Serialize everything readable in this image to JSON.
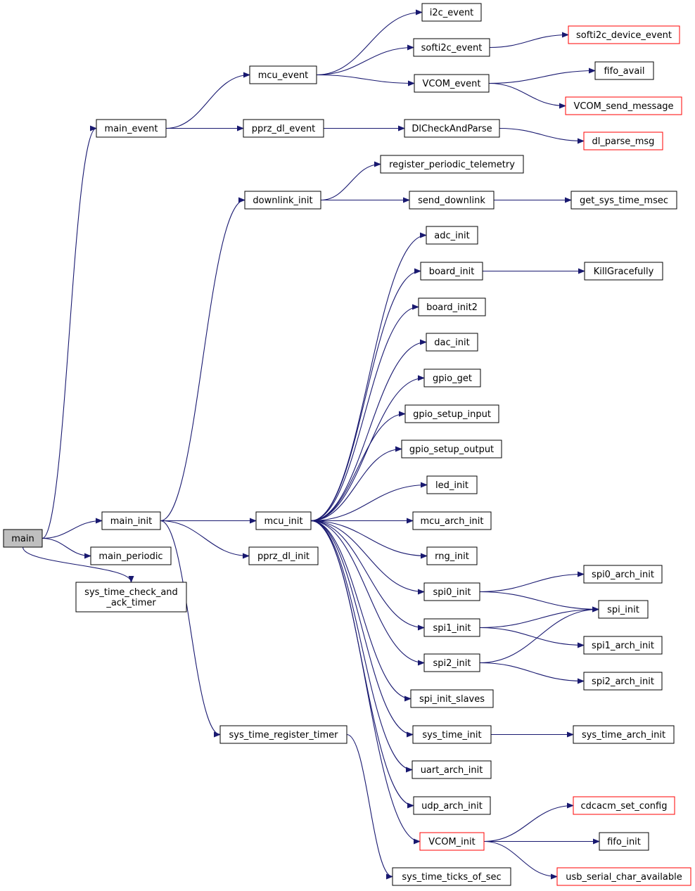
{
  "colors": {
    "edge": "#191970",
    "node_border": "#000000",
    "truncated_border": "#ff0000",
    "root_fill": "#bfbfbf"
  },
  "nodes": {
    "main": {
      "label": "main",
      "root": true
    },
    "main_event": {
      "label": "main_event"
    },
    "main_init": {
      "label": "main_init"
    },
    "main_periodic": {
      "label": "main_periodic"
    },
    "sys_time_check": {
      "label": [
        "sys_time_check_and",
        "_ack_timer"
      ]
    },
    "mcu_event": {
      "label": "mcu_event"
    },
    "pprz_dl_event": {
      "label": "pprz_dl_event"
    },
    "i2c_event": {
      "label": "i2c_event"
    },
    "softi2c_event": {
      "label": "softi2c_event"
    },
    "softi2c_device_event": {
      "label": "softi2c_device_event",
      "truncated": true
    },
    "VCOM_event": {
      "label": "VCOM_event"
    },
    "fifo_avail": {
      "label": "fifo_avail"
    },
    "VCOM_send_message": {
      "label": "VCOM_send_message",
      "truncated": true
    },
    "DlCheckAndParse": {
      "label": "DlCheckAndParse"
    },
    "dl_parse_msg": {
      "label": "dl_parse_msg",
      "truncated": true
    },
    "downlink_init": {
      "label": "downlink_init"
    },
    "register_periodic_telemetry": {
      "label": "register_periodic_telemetry"
    },
    "send_downlink": {
      "label": "send_downlink"
    },
    "get_sys_time_msec": {
      "label": "get_sys_time_msec"
    },
    "mcu_init": {
      "label": "mcu_init"
    },
    "pprz_dl_init": {
      "label": "pprz_dl_init"
    },
    "sys_time_register_timer": {
      "label": "sys_time_register_timer"
    },
    "adc_init": {
      "label": "adc_init"
    },
    "board_init": {
      "label": "board_init"
    },
    "KillGracefully": {
      "label": "KillGracefully"
    },
    "board_init2": {
      "label": "board_init2"
    },
    "dac_init": {
      "label": "dac_init"
    },
    "gpio_get": {
      "label": "gpio_get"
    },
    "gpio_setup_input": {
      "label": "gpio_setup_input"
    },
    "gpio_setup_output": {
      "label": "gpio_setup_output"
    },
    "led_init": {
      "label": "led_init"
    },
    "mcu_arch_init": {
      "label": "mcu_arch_init"
    },
    "rng_init": {
      "label": "rng_init"
    },
    "spi0_init": {
      "label": "spi0_init"
    },
    "spi0_arch_init": {
      "label": "spi0_arch_init"
    },
    "spi_init": {
      "label": "spi_init"
    },
    "spi1_init": {
      "label": "spi1_init"
    },
    "spi1_arch_init": {
      "label": "spi1_arch_init"
    },
    "spi2_init": {
      "label": "spi2_init"
    },
    "spi2_arch_init": {
      "label": "spi2_arch_init"
    },
    "spi_init_slaves": {
      "label": "spi_init_slaves"
    },
    "sys_time_init": {
      "label": "sys_time_init"
    },
    "sys_time_arch_init": {
      "label": "sys_time_arch_init"
    },
    "uart_arch_init": {
      "label": "uart_arch_init"
    },
    "udp_arch_init": {
      "label": "udp_arch_init"
    },
    "VCOM_init": {
      "label": "VCOM_init",
      "truncated": true
    },
    "cdcacm_set_config": {
      "label": "cdcacm_set_config",
      "truncated": true
    },
    "fifo_init": {
      "label": "fifo_init"
    },
    "usb_serial_char_available": {
      "label": "usb_serial_char_available",
      "truncated": true
    },
    "sys_time_ticks_of_sec": {
      "label": "sys_time_ticks_of_sec"
    }
  },
  "edges": [
    [
      "main",
      "main_event"
    ],
    [
      "main",
      "main_init"
    ],
    [
      "main",
      "main_periodic"
    ],
    [
      "main",
      "sys_time_check"
    ],
    [
      "main_event",
      "mcu_event"
    ],
    [
      "main_event",
      "pprz_dl_event"
    ],
    [
      "mcu_event",
      "i2c_event"
    ],
    [
      "mcu_event",
      "softi2c_event"
    ],
    [
      "mcu_event",
      "VCOM_event"
    ],
    [
      "softi2c_event",
      "softi2c_device_event"
    ],
    [
      "VCOM_event",
      "fifo_avail"
    ],
    [
      "VCOM_event",
      "VCOM_send_message"
    ],
    [
      "pprz_dl_event",
      "DlCheckAndParse"
    ],
    [
      "DlCheckAndParse",
      "dl_parse_msg"
    ],
    [
      "main_init",
      "downlink_init"
    ],
    [
      "main_init",
      "mcu_init"
    ],
    [
      "main_init",
      "pprz_dl_init"
    ],
    [
      "main_init",
      "sys_time_register_timer"
    ],
    [
      "downlink_init",
      "register_periodic_telemetry"
    ],
    [
      "downlink_init",
      "send_downlink"
    ],
    [
      "send_downlink",
      "get_sys_time_msec"
    ],
    [
      "mcu_init",
      "adc_init"
    ],
    [
      "mcu_init",
      "board_init"
    ],
    [
      "mcu_init",
      "board_init2"
    ],
    [
      "mcu_init",
      "dac_init"
    ],
    [
      "mcu_init",
      "gpio_get"
    ],
    [
      "mcu_init",
      "gpio_setup_input"
    ],
    [
      "mcu_init",
      "gpio_setup_output"
    ],
    [
      "mcu_init",
      "led_init"
    ],
    [
      "mcu_init",
      "mcu_arch_init"
    ],
    [
      "mcu_init",
      "rng_init"
    ],
    [
      "mcu_init",
      "spi0_init"
    ],
    [
      "mcu_init",
      "spi1_init"
    ],
    [
      "mcu_init",
      "spi2_init"
    ],
    [
      "mcu_init",
      "spi_init_slaves"
    ],
    [
      "mcu_init",
      "sys_time_init"
    ],
    [
      "mcu_init",
      "uart_arch_init"
    ],
    [
      "mcu_init",
      "udp_arch_init"
    ],
    [
      "mcu_init",
      "VCOM_init"
    ],
    [
      "board_init",
      "KillGracefully"
    ],
    [
      "spi0_init",
      "spi0_arch_init"
    ],
    [
      "spi0_init",
      "spi_init"
    ],
    [
      "spi1_init",
      "spi_init"
    ],
    [
      "spi1_init",
      "spi1_arch_init"
    ],
    [
      "spi2_init",
      "spi_init"
    ],
    [
      "spi2_init",
      "spi2_arch_init"
    ],
    [
      "sys_time_init",
      "sys_time_arch_init"
    ],
    [
      "VCOM_init",
      "cdcacm_set_config"
    ],
    [
      "VCOM_init",
      "fifo_init"
    ],
    [
      "VCOM_init",
      "usb_serial_char_available"
    ],
    [
      "sys_time_register_timer",
      "sys_time_ticks_of_sec"
    ]
  ]
}
